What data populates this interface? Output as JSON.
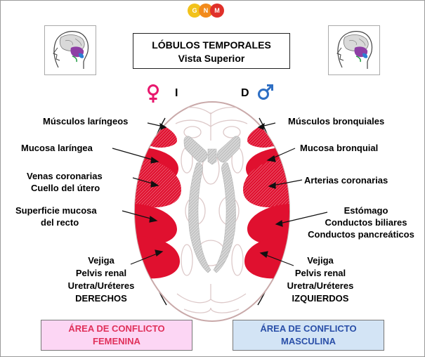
{
  "logo": {
    "letters": [
      "G",
      "N",
      "M"
    ],
    "colors": [
      "#f2c21b",
      "#f28a1b",
      "#e0302a"
    ]
  },
  "title": {
    "line1": "LÓBULOS TEMPORALES",
    "line2": "Vista Superior"
  },
  "sides": {
    "left_letter": "I",
    "right_letter": "D",
    "female_symbol": "♀",
    "male_symbol": "♂"
  },
  "left_labels": {
    "larynx_muscles": "Músculos laríngeos",
    "larynx_mucosa": "Mucosa laríngea",
    "coronary_veins": "Venas coronarias",
    "cervix": "Cuello del útero",
    "rectum_1": "Superficie mucosa",
    "rectum_2": "del recto",
    "bladder": "Vejiga",
    "pelvis": "Pelvis renal",
    "ureters": "Uretra/Uréteres",
    "side": "DERECHOS"
  },
  "right_labels": {
    "bronchial_muscles": "Músculos bronquiales",
    "bronchial_mucosa": "Mucosa bronquial",
    "coronary_arteries": "Arterias coronarias",
    "stomach": "Estómago",
    "bile_ducts": "Conductos biliares",
    "pancreatic_ducts": "Conductos pancreáticos",
    "bladder": "Vejiga",
    "pelvis": "Pelvis renal",
    "ureters": "Uretra/Uréteres",
    "side": "IZQUIERDOS"
  },
  "bottom": {
    "female": {
      "line1": "ÁREA DE CONFLICTO",
      "line2": "FEMENINA",
      "text_color": "#e0305a",
      "bg": "#fcd6f4"
    },
    "male": {
      "line1": "ÁREA DE CONFLICTO",
      "line2": "MASCULINA",
      "text_color": "#2a4fa8",
      "bg": "#d3e4f5"
    }
  },
  "colors": {
    "relay_red": "#e0102f",
    "female_pink": "#e8186e",
    "male_blue": "#2e6fc4",
    "outline": "#c9a9a9"
  }
}
